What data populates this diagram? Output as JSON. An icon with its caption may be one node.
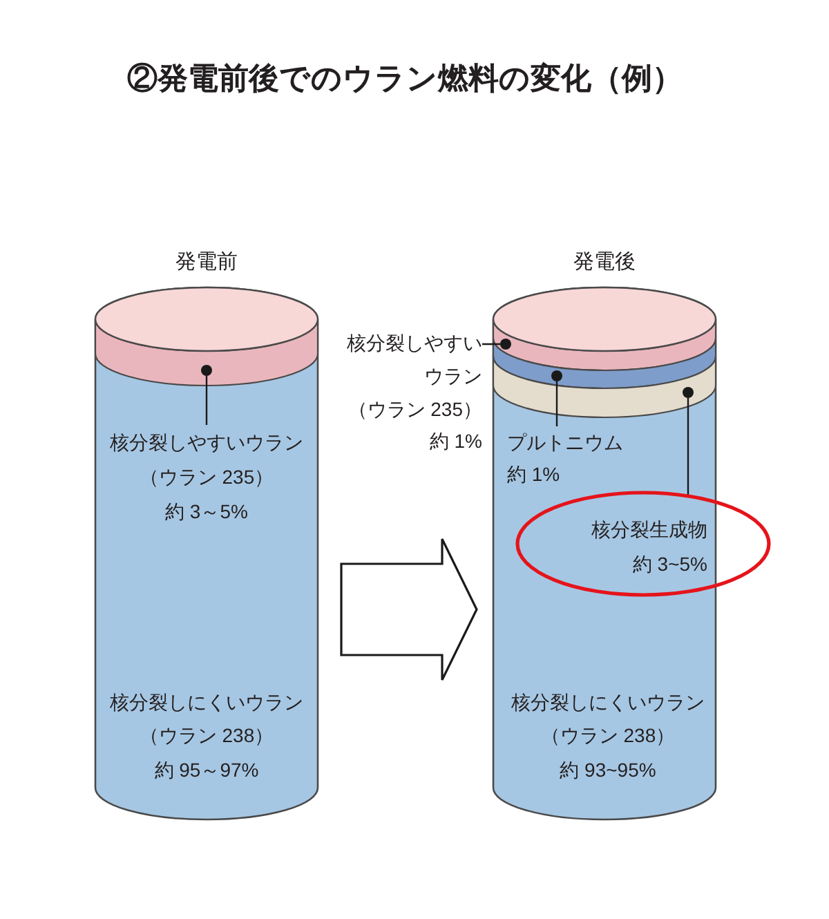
{
  "diagram": {
    "title": "②発電前後でのウラン燃料の変化（例）",
    "nodes": [
      {
        "text": [
          "発電前",
          "核分裂しにくいウラン（ウラン 238）約 95～97%"
        ]
      },
      {
        "text": [],
        "shape": "band",
        "in": 0
      },
      {
        "text": [
          "核分裂しやすいウラン（ウラン 235）約 3～5%"
        ],
        "in": 0
      },
      {
        "text": [
          "発電後",
          "核分裂しにくいウラン（ウラン 238）約 93~95%"
        ]
      },
      {
        "text": [],
        "shape": "band",
        "in": 3
      },
      {
        "text": [],
        "shape": "band",
        "in": 3
      },
      {
        "text": [],
        "shape": "band",
        "in": 3
      },
      {
        "text": [
          "核分裂しやすいウラン（ウラン 235）約 1%"
        ]
      },
      {
        "text": [
          "プルトニウム約 1%"
        ],
        "in": 3
      },
      {
        "text": [
          "核分裂生成物約 3~5%"
        ]
      }
    ],
    "edges": [
      {
        "from": 2,
        "to": 1,
        "arrow": "other"
      },
      {
        "from": 0,
        "to": 3,
        "arrow": "to"
      },
      {
        "from": 7,
        "to": 4,
        "arrow": "other"
      },
      {
        "from": 8,
        "to": 5,
        "arrow": "other"
      },
      {
        "from": 9,
        "to": 6,
        "arrow": "other"
      }
    ]
  }
}
